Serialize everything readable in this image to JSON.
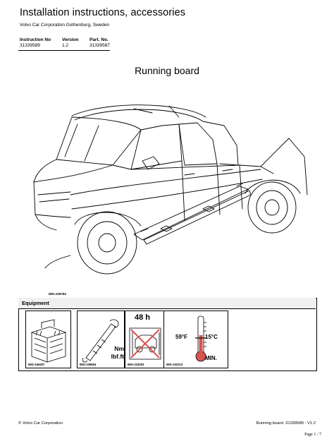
{
  "header": {
    "title": "Installation instructions, accessories",
    "company": "Volvo Car Corporation Gothenburg, Sweden"
  },
  "meta": {
    "instruction_no_label": "Instruction No",
    "instruction_no": "31339589",
    "version_label": "Version",
    "version": "1.2",
    "part_no_label": "Part. No.",
    "part_no": "31339587"
  },
  "heading": "Running board",
  "illustration": {
    "image_id": "IMG-229782",
    "icon": "car-running-board-illustration"
  },
  "equipment": {
    "title": "Equipment",
    "tiles": [
      {
        "id": "IMG-345497",
        "icon": "toolbox-icon"
      },
      {
        "id": "IMG-239664",
        "icon": "torque-wrench-icon",
        "units": [
          "Nm",
          "lbf.ft"
        ]
      },
      {
        "id": "IMG-333293",
        "icon": "no-car-wash-icon",
        "duration": "48 h"
      },
      {
        "id": "IMG-332313",
        "icon": "thermometer-icon",
        "temp_f": "59°F",
        "temp_c": "15°C",
        "note": "MIN."
      }
    ]
  },
  "footer": {
    "left": "© Volvo Car Corporation",
    "right": "Running board- 31339589 - V1.2",
    "page": "Page 1 / 7"
  }
}
